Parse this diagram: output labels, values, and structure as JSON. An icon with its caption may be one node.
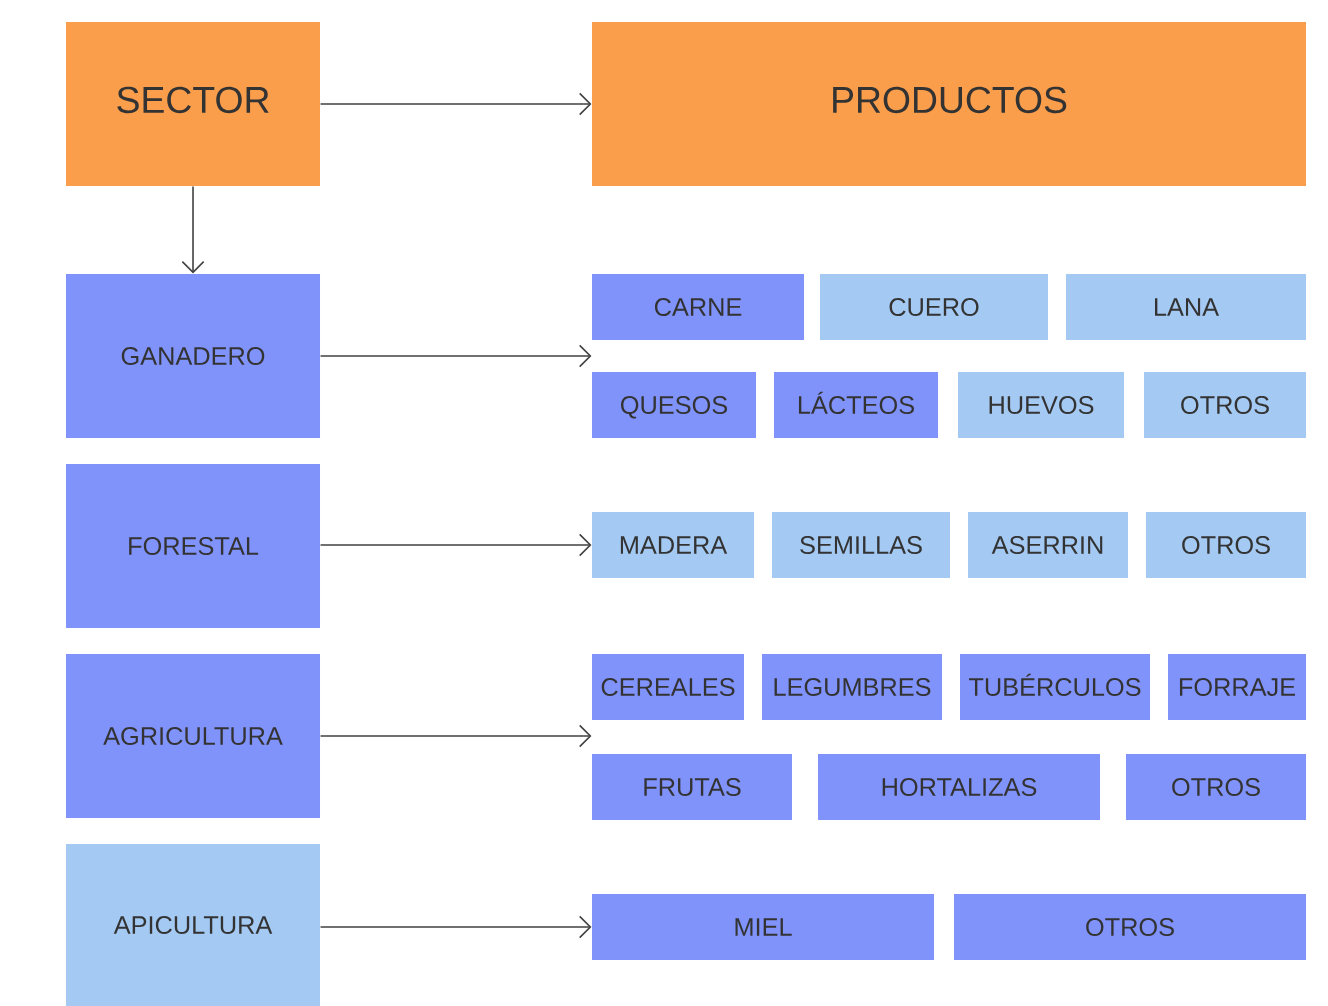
{
  "diagram": {
    "nodes": [
      {
        "text": [
          "SECTOR"
        ]
      },
      {
        "text": [
          "PRODUCTOS"
        ]
      },
      {
        "text": [
          "GANADERO"
        ]
      },
      {
        "text": [
          "CARNE"
        ]
      },
      {
        "text": [
          "CUERO"
        ]
      },
      {
        "text": [
          "LANA"
        ]
      },
      {
        "text": [
          "QUESOS"
        ]
      },
      {
        "text": [
          "LÁCTEOS"
        ]
      },
      {
        "text": [
          "HUEVOS"
        ]
      },
      {
        "text": [
          "OTROS"
        ]
      },
      {
        "text": [
          "FORESTAL"
        ]
      },
      {
        "text": [
          "MADERA"
        ]
      },
      {
        "text": [
          "SEMILLAS"
        ]
      },
      {
        "text": [
          "ASERRIN"
        ]
      },
      {
        "text": [
          "OTROS"
        ]
      },
      {
        "text": [
          "AGRICULTURA"
        ]
      },
      {
        "text": [
          "CEREALES"
        ]
      },
      {
        "text": [
          "LEGUMBRES"
        ]
      },
      {
        "text": [
          "TUBÉRCULOS"
        ]
      },
      {
        "text": [
          "FORRAJE"
        ]
      },
      {
        "text": [
          "FRUTAS"
        ]
      },
      {
        "text": [
          "HORTALIZAS"
        ]
      },
      {
        "text": [
          "OTROS"
        ]
      },
      {
        "text": [
          "APICULTURA"
        ]
      },
      {
        "text": [
          "MIEL"
        ]
      },
      {
        "text": [
          "OTROS"
        ]
      }
    ],
    "edges": [
      {
        "from": 0,
        "to": 1,
        "arrow": "to"
      },
      {
        "from": 0,
        "to": 2,
        "arrow": "to"
      },
      {
        "from": 2,
        "to": 6,
        "arrow": "to"
      },
      {
        "from": 10,
        "to": 11,
        "arrow": "to"
      },
      {
        "from": 15,
        "to": 16,
        "arrow": "to"
      },
      {
        "from": 23,
        "to": 24,
        "arrow": "to"
      }
    ]
  }
}
